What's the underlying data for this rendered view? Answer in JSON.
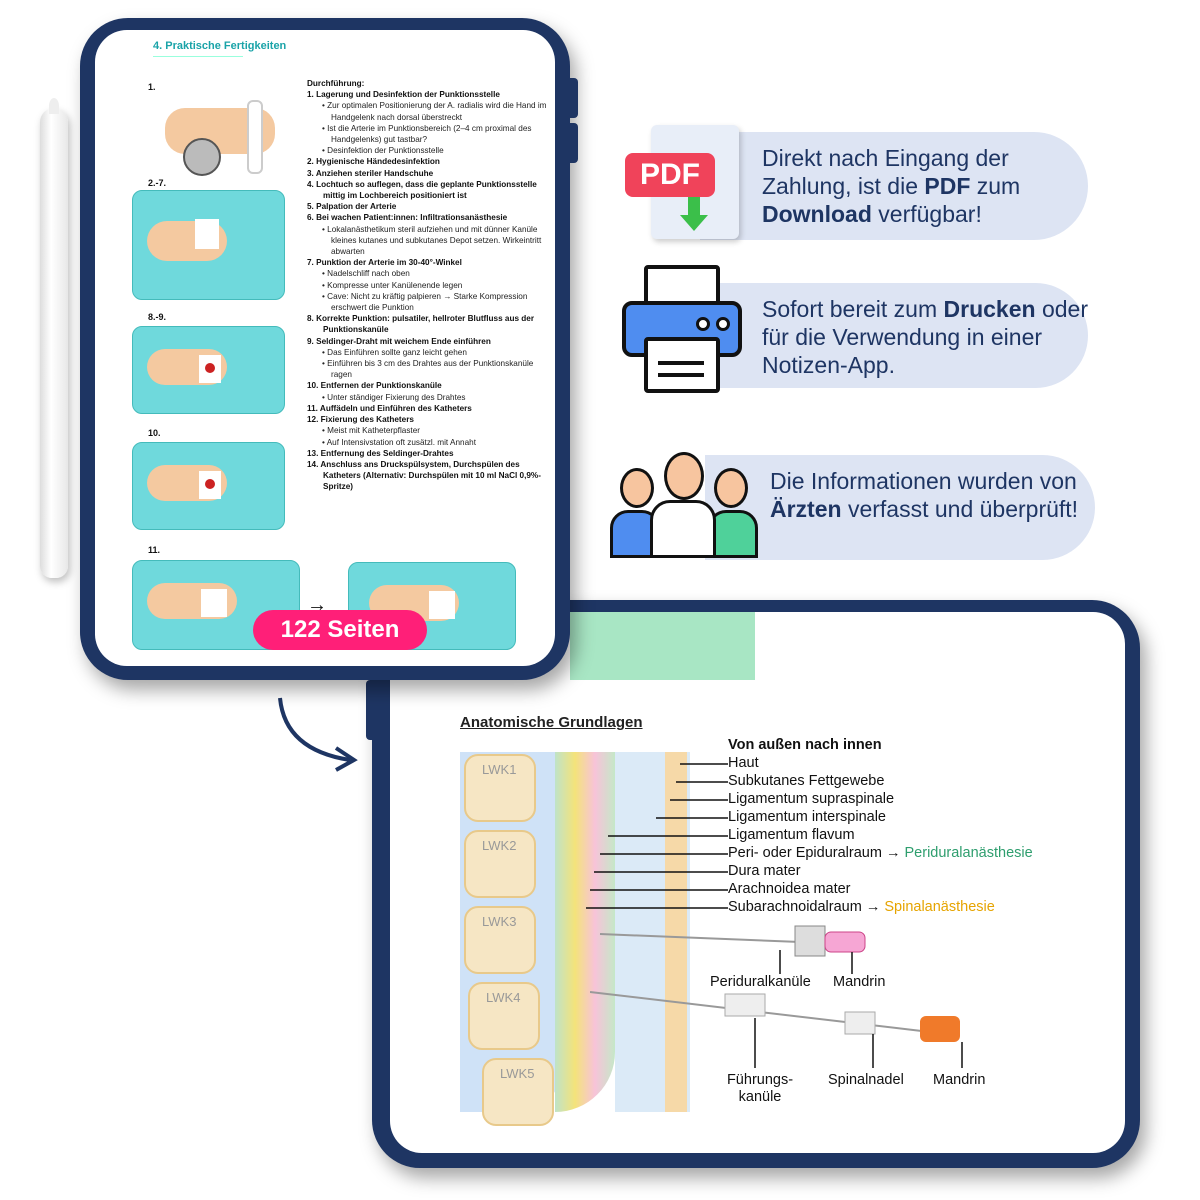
{
  "left_tablet": {
    "section_title": "4. Praktische Fertigkeiten",
    "step_labels": [
      "1.",
      "2.-7.",
      "8.-9.",
      "10.",
      "11."
    ],
    "heading": "Durchführung:",
    "steps": [
      {
        "n": "1.",
        "t": "Lagerung und Desinfektion der Punktionsstelle",
        "bullets": [
          "Zur optimalen Positionierung der A. radialis wird die Hand im Handgelenk nach dorsal überstreckt",
          "Ist die Arterie im Punktionsbereich (2–4 cm proximal des Handgelenks) gut tastbar?",
          "Desinfektion der Punktionsstelle"
        ]
      },
      {
        "n": "2.",
        "t": "Hygienische Händedesinfektion",
        "bullets": []
      },
      {
        "n": "3.",
        "t": "Anziehen steriler Handschuhe",
        "bullets": []
      },
      {
        "n": "4.",
        "t": "Lochtuch so auflegen, dass die geplante Punktionsstelle mittig im Lochbereich positioniert ist",
        "bullets": []
      },
      {
        "n": "5.",
        "t": "Palpation der Arterie",
        "bullets": []
      },
      {
        "n": "6.",
        "t": "Bei wachen Patient:innen: Infiltrationsanästhesie",
        "bullets": [
          "Lokalanästhetikum steril aufziehen und mit dünner Kanüle kleines kutanes und subkutanes Depot setzen. Wirkeintritt abwarten"
        ]
      },
      {
        "n": "7.",
        "t": "Punktion der Arterie im 30-40°-Winkel",
        "bullets": [
          "Nadelschliff nach oben",
          "Kompresse unter Kanülenende legen",
          "Cave: Nicht zu kräftig palpieren → Starke Kompression erschwert die Punktion"
        ]
      },
      {
        "n": "8.",
        "t": "Korrekte Punktion: pulsatiler, hellroter Blutfluss aus der Punktionskanüle",
        "bullets": []
      },
      {
        "n": "9.",
        "t": "Seldinger-Draht mit weichem Ende einführen",
        "bullets": [
          "Das Einführen sollte ganz leicht gehen",
          "Einführen bis 3 cm des Drahtes aus der Punktionskanüle ragen"
        ]
      },
      {
        "n": "10.",
        "t": "Entfernen der Punktionskanüle",
        "bullets": [
          "Unter ständiger Fixierung des Drahtes"
        ]
      },
      {
        "n": "11.",
        "t": "Auffädeln und Einführen des Katheters",
        "bullets": []
      },
      {
        "n": "12.",
        "t": "Fixierung des Katheters",
        "bullets": [
          "Meist mit Katheterpflaster",
          "Auf Intensivstation oft zusätzl. mit Annaht"
        ]
      },
      {
        "n": "13.",
        "t": "Entfernung des Seldinger-Drahtes",
        "bullets": []
      },
      {
        "n": "14.",
        "t": "Anschluss ans Druckspülsystem, Durchspülen des Katheters (Alternativ: Durchspülen mit 10 ml NaCl 0,9%- Spritze)",
        "bullets": []
      }
    ],
    "page_badge": "122 Seiten"
  },
  "features": [
    {
      "icon": "pdf-download-icon",
      "pdf_label": "PDF",
      "parts": [
        "Direkt nach Eingang der Zahlung, ist die ",
        "PDF",
        " zum ",
        "Download",
        " verfügbar!"
      ]
    },
    {
      "icon": "printer-icon",
      "parts": [
        "Sofort bereit zum ",
        "Drucken",
        " oder für die Verwendung in einer Notizen-App."
      ]
    },
    {
      "icon": "doctors-icon",
      "parts": [
        "Die Informationen wurden von ",
        "Ärzten",
        " verfasst und überprüft!"
      ]
    }
  ],
  "right_tablet": {
    "title": "Anatomische Grundlagen",
    "vertebrae": [
      "LWK1",
      "LWK2",
      "LWK3",
      "LWK4",
      "LWK5"
    ],
    "layers_heading": "Von außen nach innen",
    "layers": [
      "Haut",
      "Subkutanes Fettgewebe",
      "Ligamentum supraspinale",
      "Ligamentum interspinale",
      "Ligamentum flavum",
      "Peri- oder Epiduralraum → ",
      "Dura mater",
      "Arachnoidea mater",
      "Subarachnoidalraum → "
    ],
    "peri_link": "Periduralanästhesie",
    "spinal_link": "Spinalanästhesie",
    "instruments": [
      "Periduralkanüle",
      "Mandrin",
      "Führungs-kanüle",
      "Spinalnadel",
      "Mandrin"
    ],
    "colors": {
      "peri": "#2e9e6e",
      "spinal": "#e6a400"
    }
  }
}
